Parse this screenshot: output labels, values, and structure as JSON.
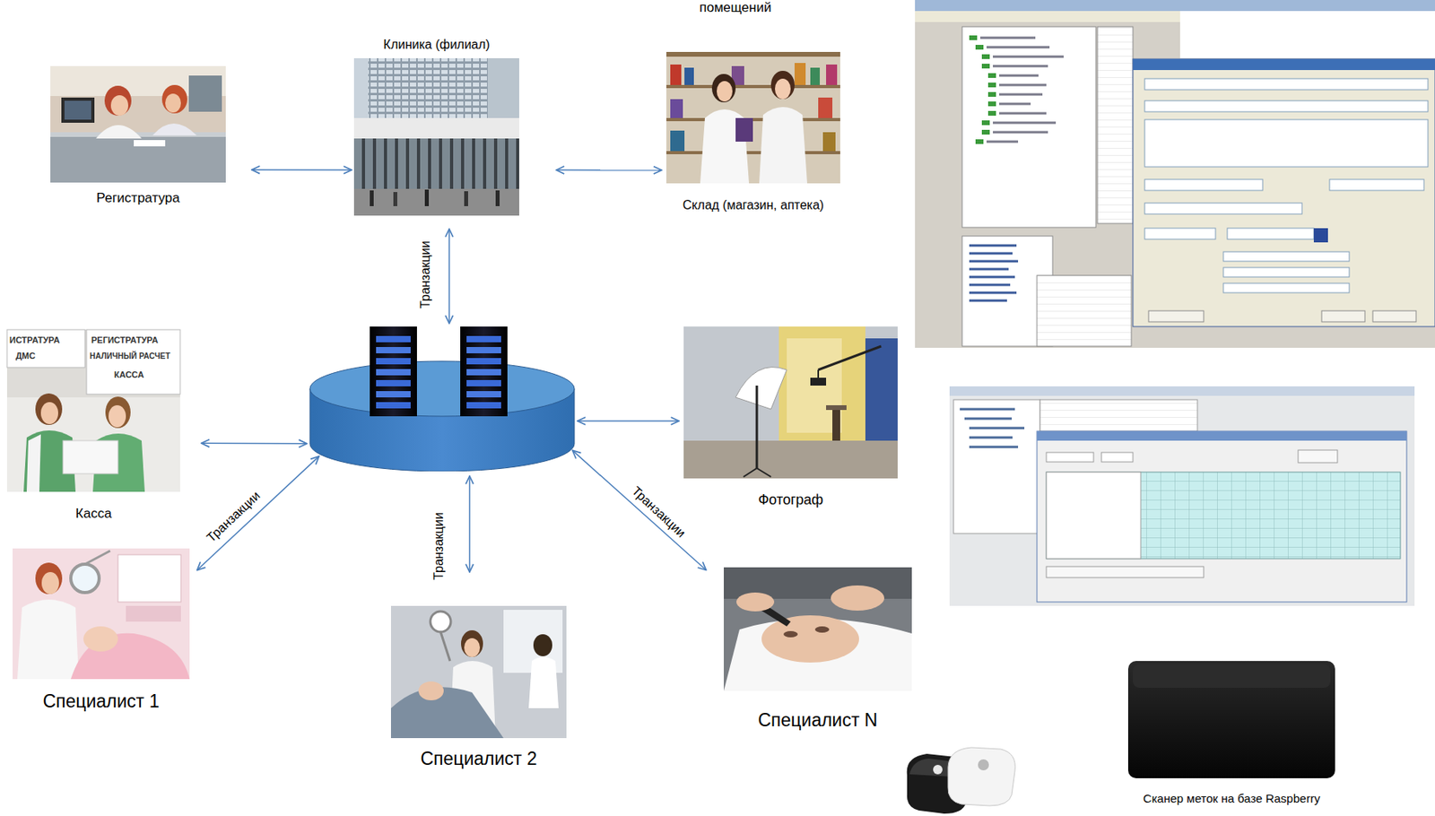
{
  "diagram": {
    "nodes": [
      {
        "text": [
          "Клиника (филиал)"
        ]
      },
      {
        "text": [
          "Регистратура"
        ]
      },
      {
        "text": [
          "Склад (магазин, аптека)"
        ]
      },
      {
        "text": []
      },
      {
        "text": [
          "Касса"
        ]
      },
      {
        "text": [
          "Фотограф"
        ]
      },
      {
        "text": [
          "Специалист 1"
        ]
      },
      {
        "text": [
          "Специалист 2"
        ]
      },
      {
        "text": [
          "Специалист N"
        ]
      },
      {
        "text": [
          "Сканер меток на базе Raspberry"
        ]
      }
    ],
    "edges": [
      {
        "from": 1,
        "to": 0,
        "arrow": "both"
      },
      {
        "from": 0,
        "to": 2,
        "arrow": "both"
      },
      {
        "from": 0,
        "to": 3,
        "label": "Транзакции",
        "arrow": "both"
      },
      {
        "from": 4,
        "to": 3,
        "arrow": "both"
      },
      {
        "from": 3,
        "to": 5,
        "arrow": "both"
      },
      {
        "from": 6,
        "to": 3,
        "label": "Транзакции",
        "arrow": "both"
      },
      {
        "from": 7,
        "to": 3,
        "label": "Транзакции",
        "arrow": "both"
      },
      {
        "from": 8,
        "to": 3,
        "label": "Транзакции",
        "arrow": "both"
      }
    ],
    "labels": [
      "помещений",
      "ИСТРАТУРА",
      "ДМС",
      "РЕГИСТРАТУРА",
      "НАЛИЧНЫЙ РАСЧЕТ",
      "КАССА"
    ]
  }
}
